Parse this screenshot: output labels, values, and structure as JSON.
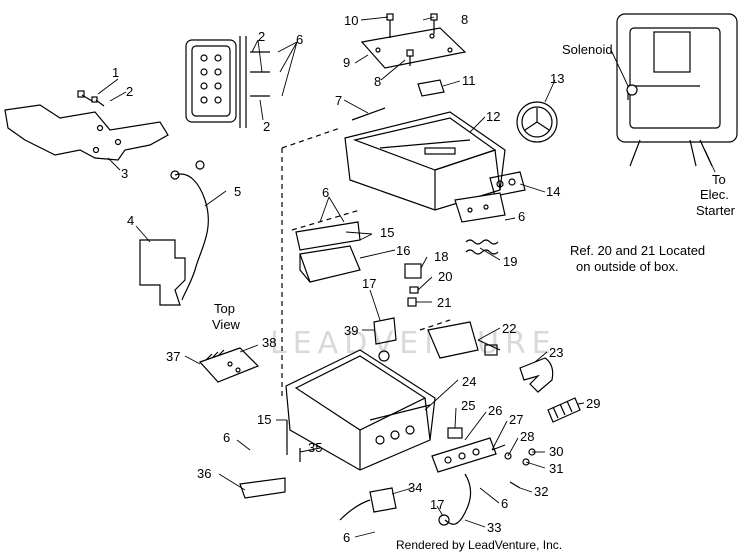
{
  "diagram": {
    "callouts": [
      "1",
      "2",
      "3",
      "4",
      "5",
      "6",
      "7",
      "8",
      "9",
      "10",
      "11",
      "12",
      "13",
      "14",
      "15",
      "16",
      "17",
      "18",
      "19",
      "20",
      "21",
      "22",
      "23",
      "24",
      "25",
      "26",
      "27",
      "28",
      "29",
      "30",
      "31",
      "32",
      "33",
      "34",
      "35",
      "36",
      "37",
      "38",
      "39"
    ],
    "labels": {
      "solenoid": "Solenoid",
      "to_elec_1": "To",
      "to_elec_2": "Elec.",
      "to_elec_3": "Starter",
      "top_1": "Top",
      "top_2": "View",
      "ref_1": "Ref. 20 and 21 Located",
      "ref_2": "on outside of box."
    },
    "watermark": "LEADVENTURE",
    "credit": "Rendered by LeadVenture, Inc."
  },
  "colors": {
    "ink": "#000000",
    "watermark": "#d9d9d9",
    "background": "#ffffff"
  }
}
